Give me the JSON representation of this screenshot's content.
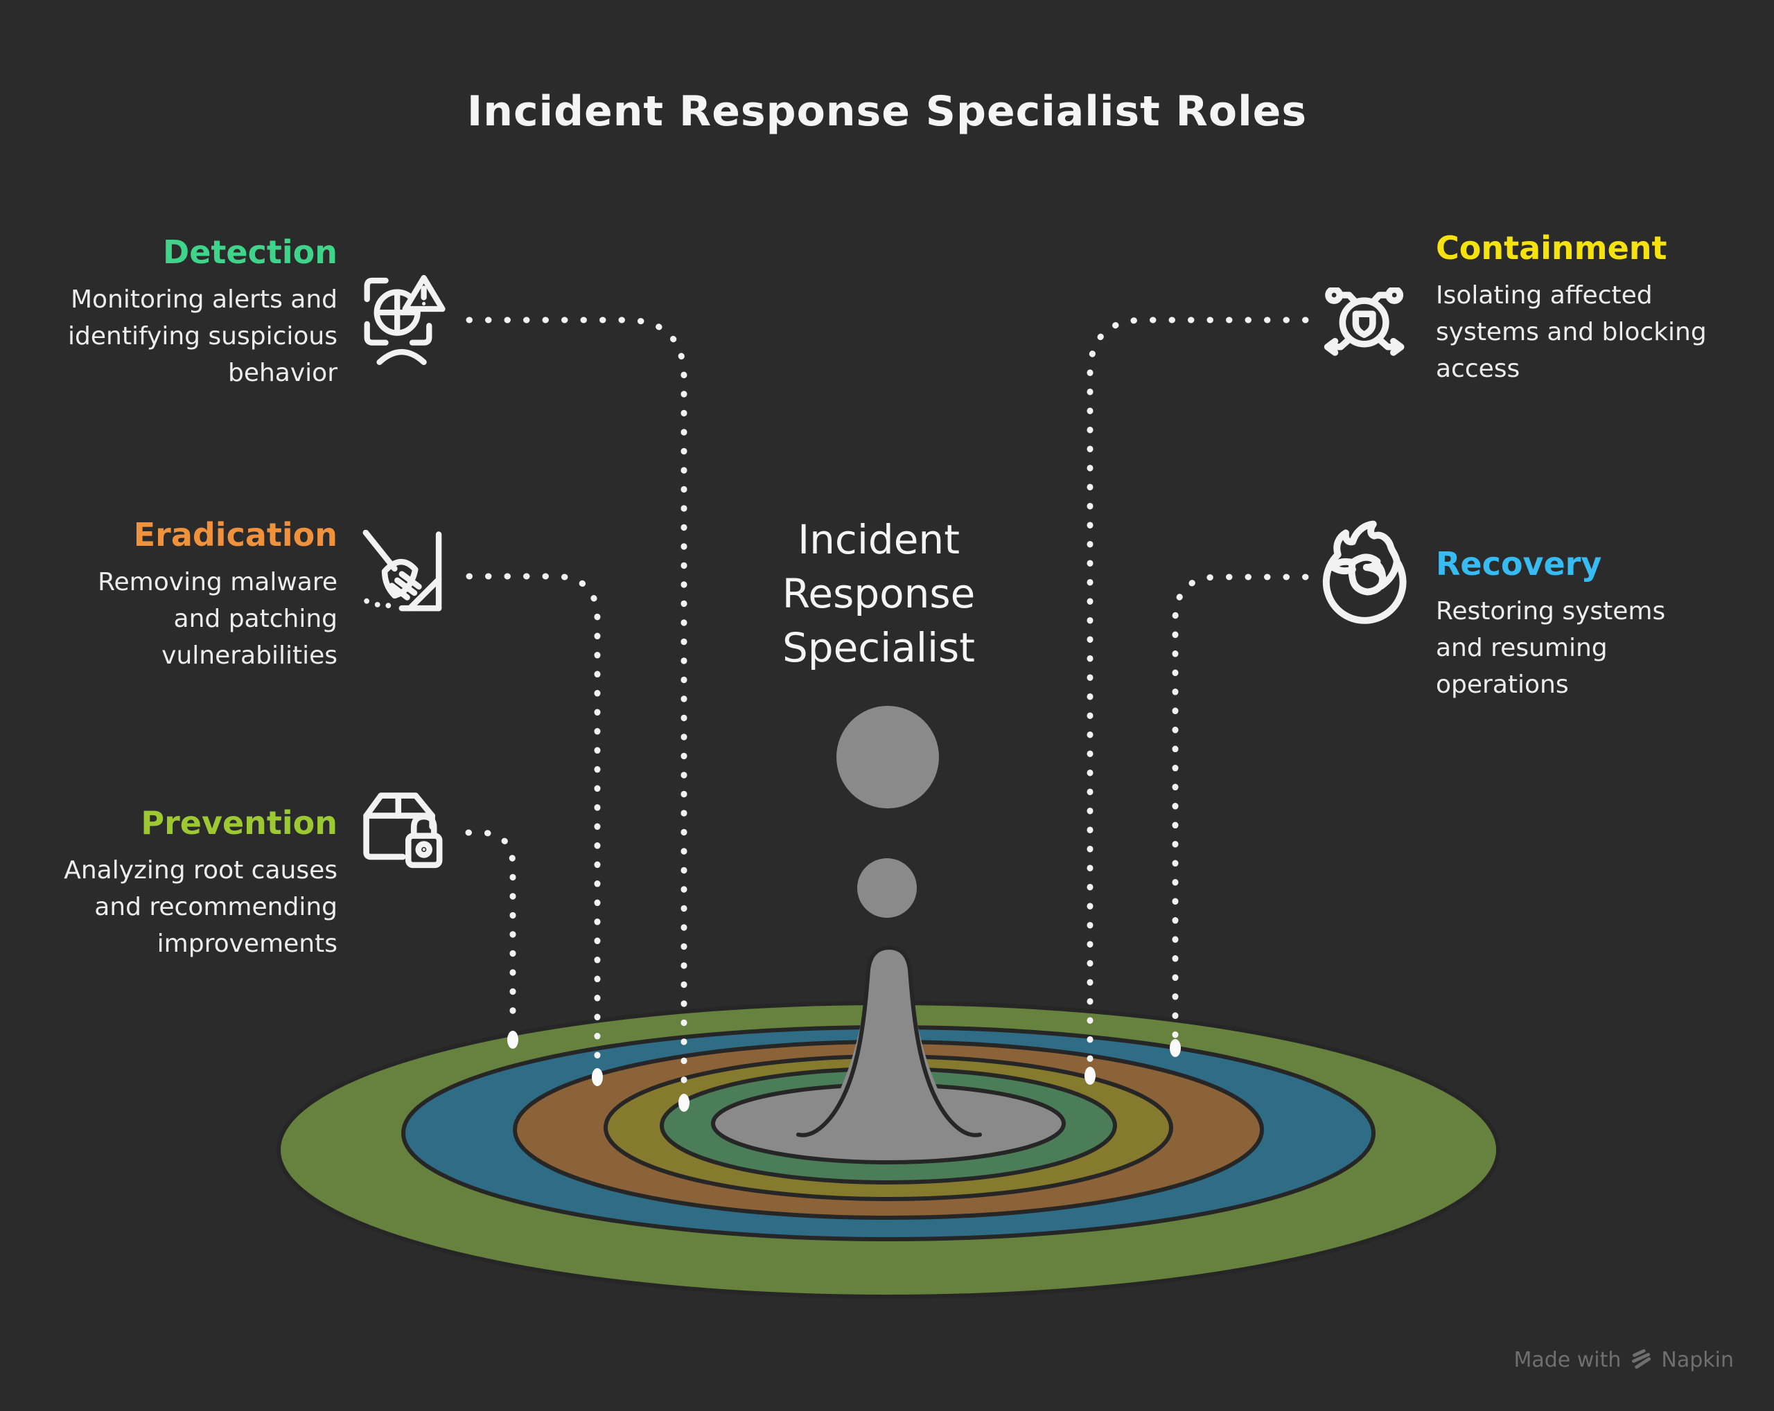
{
  "page": {
    "background": "#2b2b2b",
    "title": "Incident Response Specialist Roles"
  },
  "center": {
    "lines": [
      "Incident",
      "Response",
      "Specialist"
    ]
  },
  "roles": [
    {
      "id": "detection",
      "label": "Detection",
      "color": "#3ed58b",
      "icon": "scan-alert-icon",
      "lines": [
        "Monitoring alerts and",
        "identifying suspicious",
        "behavior"
      ]
    },
    {
      "id": "eradication",
      "label": "Eradication",
      "color": "#f0913b",
      "icon": "broom-sweep-icon",
      "lines": [
        "Removing malware",
        "and patching",
        "vulnerabilities"
      ]
    },
    {
      "id": "prevention",
      "label": "Prevention",
      "color": "#9cc832",
      "icon": "package-lock-icon",
      "lines": [
        "Analyzing root causes",
        "and recommending",
        "improvements"
      ]
    },
    {
      "id": "containment",
      "label": "Containment",
      "color": "#f6e20e",
      "icon": "shield-network-icon",
      "lines": [
        "Isolating affected",
        "systems and blocking",
        "access"
      ]
    },
    {
      "id": "recovery",
      "label": "Recovery",
      "color": "#36bcf2",
      "icon": "phoenix-icon",
      "lines": [
        "Restoring systems",
        "and resuming",
        "operations"
      ]
    }
  ],
  "ripple": {
    "outline_color": "#262626",
    "splash_color": "#8a8a8a",
    "rings": [
      {
        "name": "outer-olive",
        "color": "#67813f"
      },
      {
        "name": "teal-blue",
        "color": "#2f6c85"
      },
      {
        "name": "brown",
        "color": "#8c6239"
      },
      {
        "name": "dark-olive",
        "color": "#857a2e"
      },
      {
        "name": "sea-green",
        "color": "#4a7d58"
      },
      {
        "name": "center-pool",
        "color": "#8a8a8a"
      }
    ]
  },
  "connector": {
    "color": "#f2f2f2"
  },
  "watermark": {
    "prefix": "Made with",
    "brand": "Napkin",
    "color": "#6f6f6f"
  }
}
